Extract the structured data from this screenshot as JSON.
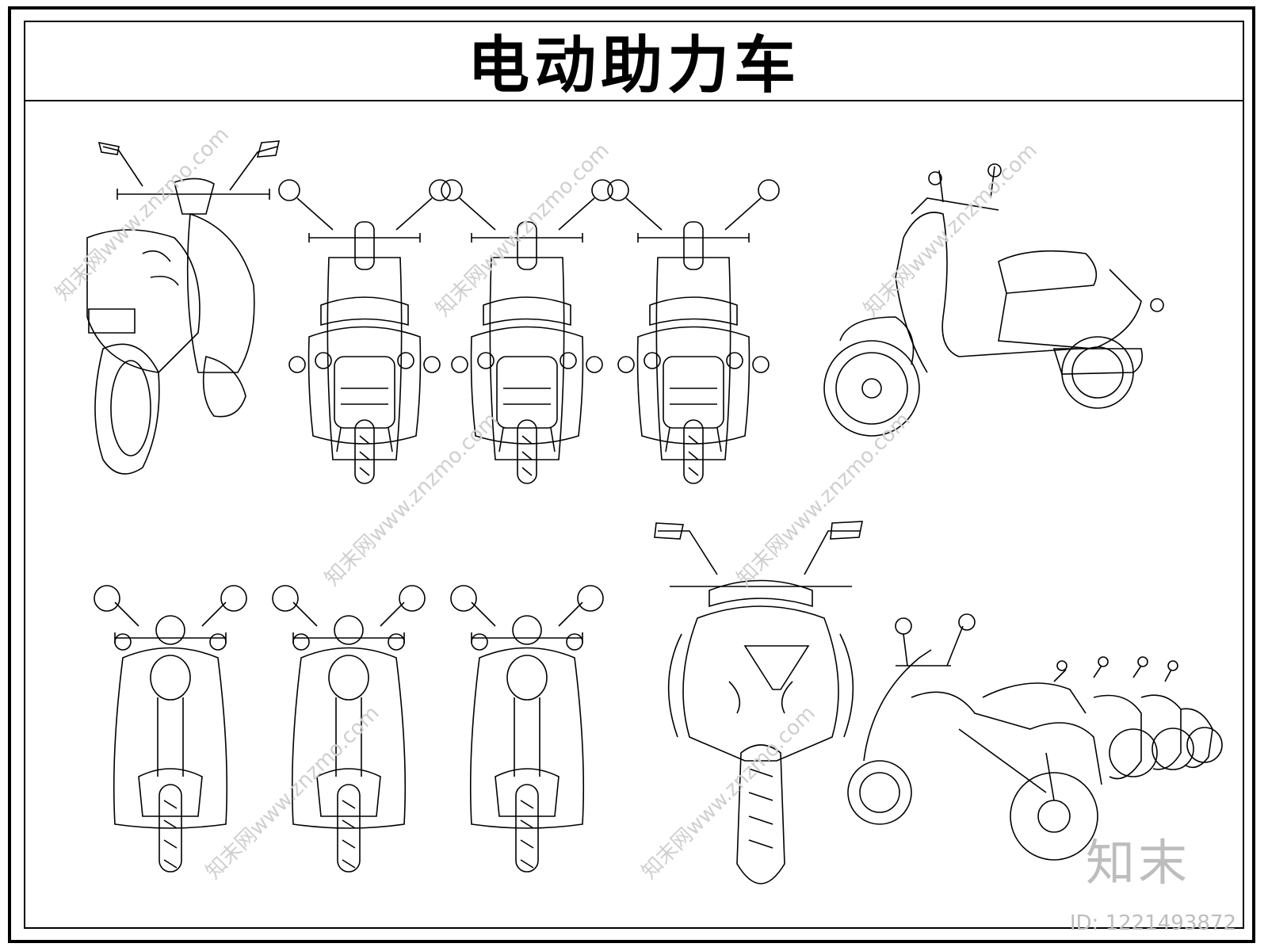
{
  "title": "电动助力车",
  "watermark": {
    "site": "知末网www.znzmo.com"
  },
  "brand": {
    "mark": "知末",
    "id_text": "ID: 1221493872"
  },
  "colors": {
    "line": "#000000",
    "background": "#ffffff",
    "watermark": "#cfcfcf"
  },
  "icons": [
    "rear-three-quarter-scooter-icon",
    "rear-view-scooter-icon",
    "side-view-vespa-icon",
    "front-view-scooter-icon",
    "front-view-sport-scooter-icon",
    "scooter-row-icon"
  ]
}
